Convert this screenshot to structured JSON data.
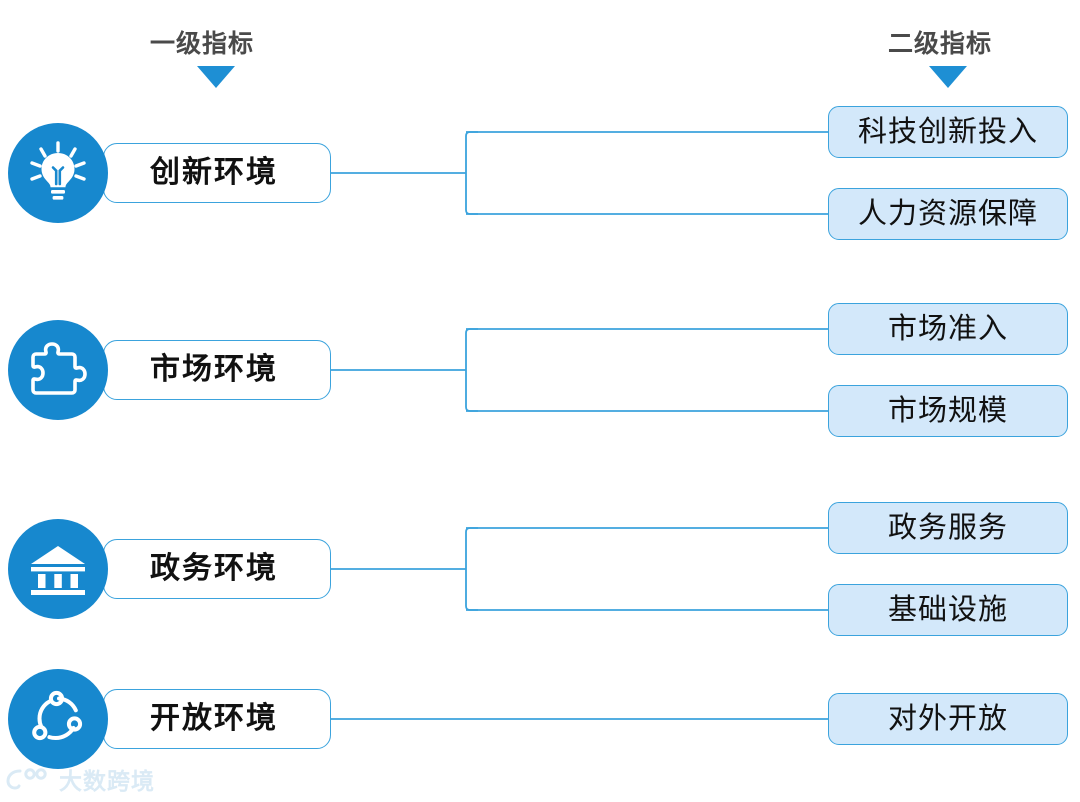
{
  "diagram": {
    "title_level1": "一级指标",
    "title_level2": "二级指标",
    "accent_color": "#1788ce",
    "line_color": "#3ba3dd",
    "l2_fill_color": "#d3e8fa",
    "header_color": "#4a4a4a",
    "groups": [
      {
        "id": "innovation",
        "icon": "lightbulb-icon",
        "label": "创新环境",
        "children": [
          {
            "label": "科技创新投入"
          },
          {
            "label": "人力资源保障"
          }
        ]
      },
      {
        "id": "market",
        "icon": "puzzle-piece-icon",
        "label": "市场环境",
        "children": [
          {
            "label": "市场准入"
          },
          {
            "label": "市场规模"
          }
        ]
      },
      {
        "id": "government",
        "icon": "government-building-icon",
        "label": "政务环境",
        "children": [
          {
            "label": "政务服务"
          },
          {
            "label": "基础设施"
          }
        ]
      },
      {
        "id": "openness",
        "icon": "share-network-icon",
        "label": "开放环境",
        "children": [
          {
            "label": "对外开放"
          }
        ]
      }
    ]
  },
  "watermark": {
    "text": "大数跨境",
    "logo": "dashu-logo-icon"
  }
}
